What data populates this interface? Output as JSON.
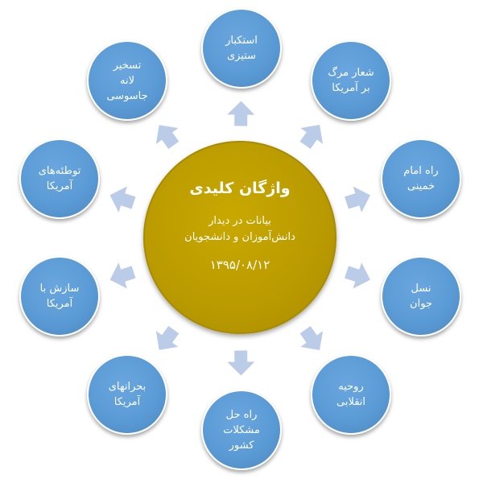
{
  "center": {
    "title": "واژگان کلیدی",
    "subtitle": "بیانات در دیدار\nدانش‌آموزان و دانشجویان",
    "date": "۱۳۹۵/۰۸/۱۲"
  },
  "nodes": [
    {
      "label": "استکبار\nستیزی"
    },
    {
      "label": "شعار مرگ\nبر آمریکا"
    },
    {
      "label": "راه امام\nخمینی"
    },
    {
      "label": "نسل\nجوان"
    },
    {
      "label": "روحیه\nانقلابی"
    },
    {
      "label": "راه حل\nمشکلات\nکشور"
    },
    {
      "label": "بحرانهای\nآمریکا"
    },
    {
      "label": "سازش با\nآمریکا"
    },
    {
      "label": "توطئه‌های\nآمریکا"
    },
    {
      "label": "تسخیر\nلانه\nجاسوسی"
    }
  ],
  "colors": {
    "center": "#b99a00",
    "node": "#5b9bd5",
    "arrow": "#b4c6e7"
  }
}
